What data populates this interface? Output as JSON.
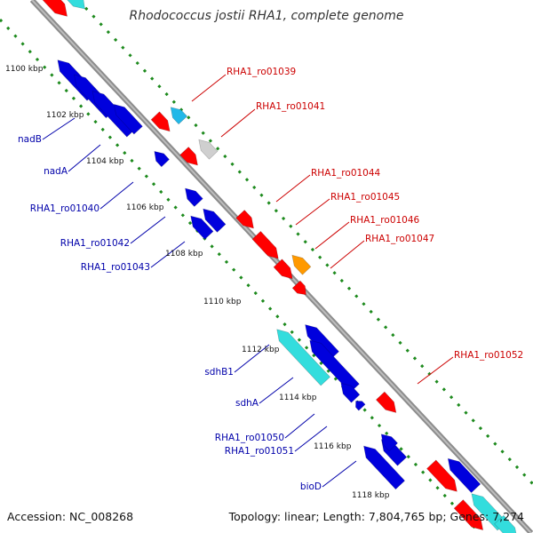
{
  "title": "Rhodococcus jostii RHA1, complete genome",
  "accession": "Accession: NC_008268",
  "summary": "Topology: linear; Length: 7,804,765 bp; Genes: 7,274",
  "colors": {
    "backbone": "#8c8c8c",
    "dots": "#1d8a1d",
    "forward_label": "#cc0000",
    "reverse_label": "#0000aa"
  },
  "ticks": [
    {
      "label": "1100 kbp"
    },
    {
      "label": "1102 kbp"
    },
    {
      "label": "1104 kbp"
    },
    {
      "label": "1106 kbp"
    },
    {
      "label": "1108 kbp"
    },
    {
      "label": "1110 kbp"
    },
    {
      "label": "1112 kbp"
    },
    {
      "label": "1114 kbp"
    },
    {
      "label": "1116 kbp"
    },
    {
      "label": "1118 kbp"
    }
  ],
  "forward_labels": [
    "RHA1_ro01039",
    "RHA1_ro01041",
    "RHA1_ro01044",
    "RHA1_ro01045",
    "RHA1_ro01046",
    "RHA1_ro01047",
    "RHA1_ro01052"
  ],
  "reverse_labels": [
    "nadB",
    "nadA",
    "RHA1_ro01040",
    "RHA1_ro01042",
    "RHA1_ro01043",
    "sdhB1",
    "sdhA",
    "RHA1_ro01050",
    "RHA1_ro01051",
    "bioD"
  ]
}
